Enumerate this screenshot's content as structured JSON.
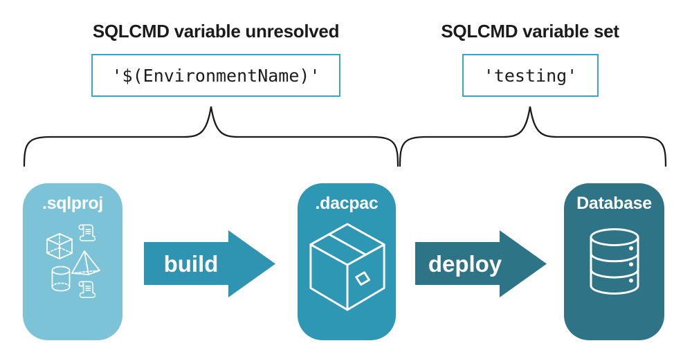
{
  "groups": {
    "unresolved": {
      "heading": "SQLCMD variable unresolved",
      "code": "'$(EnvironmentName)'"
    },
    "set": {
      "heading": "SQLCMD variable set",
      "code": "'testing'"
    }
  },
  "pipeline": {
    "sqlproj_label": ".sqlproj",
    "build_label": "build",
    "dacpac_label": ".dacpac",
    "deploy_label": "deploy",
    "database_label": "Database"
  },
  "icons": {
    "sqlproj_card": [
      "script-scroll",
      "cube",
      "pyramid",
      "cylinder",
      "script-scroll"
    ],
    "dacpac_card": "package-box",
    "database_card": "database-cylinder"
  },
  "colors": {
    "sqlproj_bg": "#7cc3d8",
    "dacpac_bg": "#2e97b4",
    "database_bg": "#2e7386",
    "build_arrow": "#2e94b1",
    "deploy_arrow": "#2e7487",
    "code_box_border": "#3aa3c2",
    "heading_text": "#1b1b1b",
    "brace_stroke": "#1b1b1b",
    "icon_stroke": "#ffffff",
    "card_label_text": "#ffffff"
  }
}
